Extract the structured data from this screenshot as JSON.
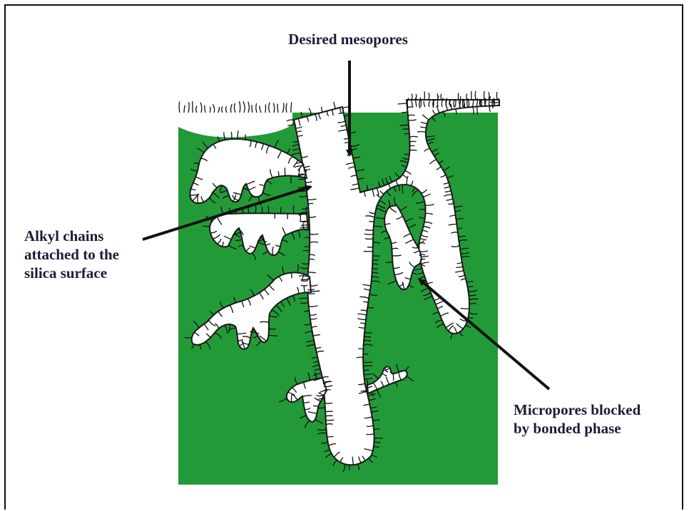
{
  "labels": {
    "mesopores": "Desired mesopores",
    "alkyl": "Alkyl chains\nattached to the\nsilica surface",
    "micropores": "Micropores blocked\nby bonded phase"
  },
  "colors": {
    "silica": "#239a38",
    "pore": "#ffffff",
    "outline": "#1a1a1a",
    "chains": "#111111",
    "arrow": "#111111",
    "text": "#1c1c38"
  }
}
